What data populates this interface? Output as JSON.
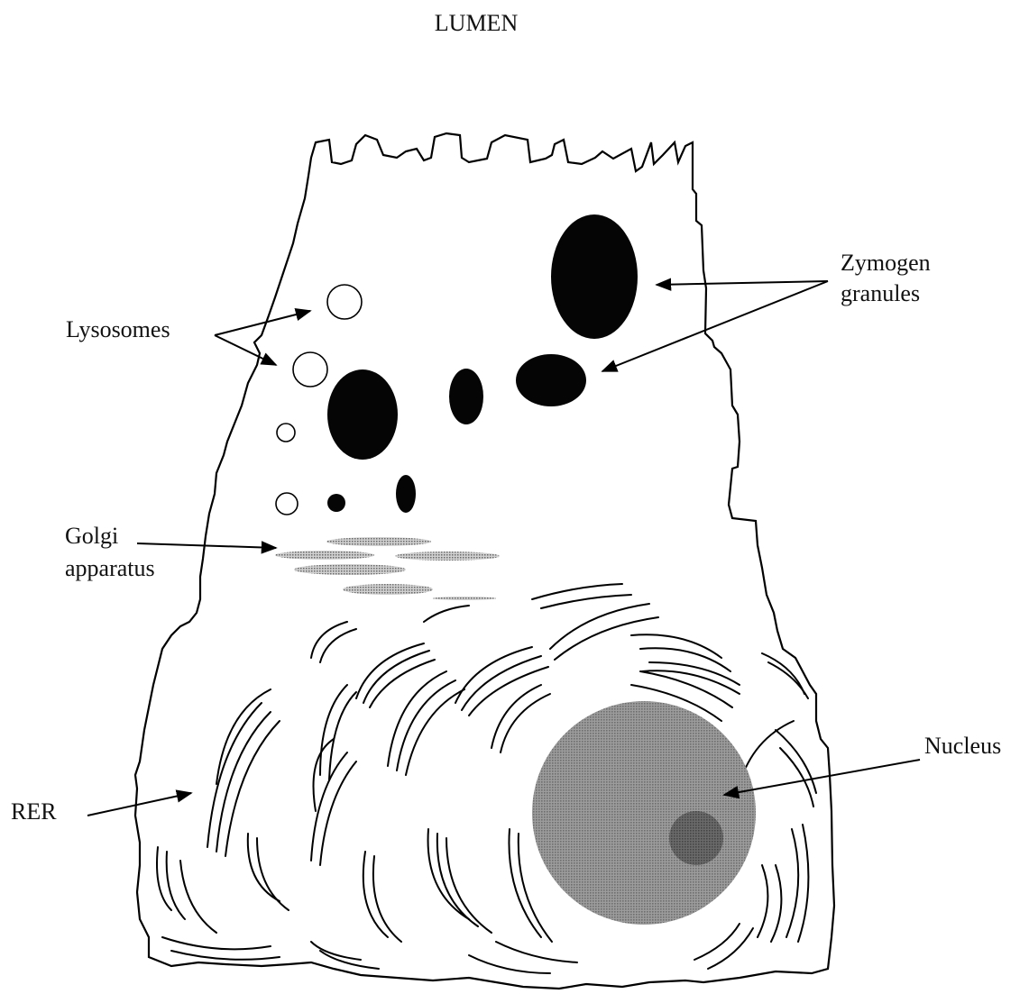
{
  "labels": {
    "lumen": "LUMEN",
    "lysosomes": "Lysosomes",
    "zymogen_line1": "Zymogen",
    "zymogen_line2": "granules",
    "golgi_line1": "Golgi",
    "golgi_line2": "apparatus",
    "rer": "RER",
    "nucleus": "Nucleus"
  },
  "colors": {
    "zymogen": "#050505",
    "nucleus": "#8a8a8a",
    "nucleolus": "#555555",
    "golgi": "#9a9a9a"
  }
}
